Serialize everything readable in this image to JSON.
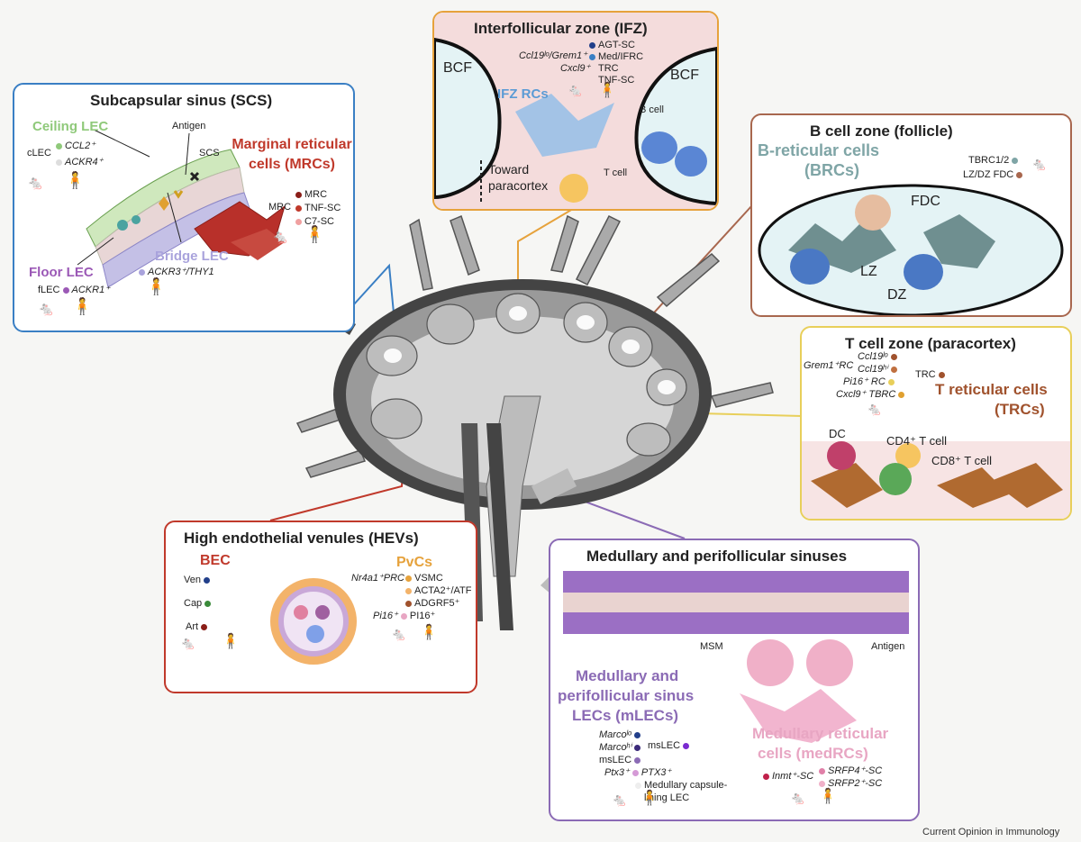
{
  "colors": {
    "scs": "#3a7fc4",
    "ifz": "#e6a23c",
    "bzone": "#a8674e",
    "tzone": "#e8cf5a",
    "hev": "#c0392b",
    "med": "#8b6bb5",
    "mrc": "#c0392b",
    "floor": "#9b59b6",
    "bridge": "#a9a3dc",
    "ceiling": "#8fc97a",
    "trc": "#a0522d",
    "brc": "#7fa5a6",
    "medrc": "#e8a6c3",
    "ifzrc": "#5b9bd5"
  },
  "scs": {
    "title": "Subcapsular sinus (SCS)",
    "ceiling_lec": "Ceiling LEC",
    "antigen": "Antigen",
    "scs": "SCS",
    "clec": "cLEC",
    "ccl2": "CCL2⁺",
    "ackr4": "ACKR4⁺",
    "mrc_title": "Marginal reticular cells (MRCs)",
    "mrc": "MRC",
    "mrc_list": [
      "MRC",
      "TNF-SC",
      "C7-SC"
    ],
    "bridge_lec": "Bridge LEC",
    "bridge_markers": "ACKR3⁺/THY1",
    "floor_lec": "Floor LEC",
    "flec": "fLEC",
    "ackr1": "ACKR1⁺"
  },
  "ifz": {
    "title": "Interfollicular zone (IFZ)",
    "bcf": "BCF",
    "markers1": "Ccl19ˡᵒ/Grem1⁺",
    "markers2": "Cxcl9⁺",
    "list": [
      "AGT-SC",
      "Med/IFRC",
      "TRC",
      "TNF-SC"
    ],
    "ifz_rcs": "IFZ RCs",
    "b_cell": "B cell",
    "toward": "Toward",
    "paracortex": "paracortex",
    "t_cell": "T cell"
  },
  "bzone": {
    "title": "B cell zone (follicle)",
    "brc": "B-reticular cells",
    "brc_abbr": "(BRCs)",
    "list": [
      "TBRC1/2",
      "LZ/DZ FDC"
    ],
    "fdc": "FDC",
    "lz": "LZ",
    "dz": "DZ"
  },
  "tzone": {
    "title": "T cell zone (paracortex)",
    "grem1": "Grem1⁺RC",
    "ccl19lo": "Ccl19ˡᵒ",
    "ccl19hi": "Ccl19ʰⁱ",
    "pi16": "Pi16⁺ RC",
    "cxcl9": "Cxcl9⁺ TBRC",
    "trc": "TRC",
    "trc_title": "T reticular cells",
    "trc_abbr": "(TRCs)",
    "dc": "DC",
    "cd4": "CD4⁺ T cell",
    "cd8": "CD8⁺ T cell"
  },
  "hev": {
    "title": "High endothelial venules (HEVs)",
    "bec": "BEC",
    "pvcs": "PvCs",
    "left_rows": [
      "Ven",
      "Cap",
      "Art"
    ],
    "nr4a1": "Nr4a1⁺PRC",
    "pvc_list": [
      "VSMC",
      "ACTA2⁺/ATF",
      "ADGRF5⁺"
    ],
    "pi16": "Pi16⁺",
    "pi16_prot": "PI16⁺"
  },
  "med": {
    "title": "Medullary and perifollicular sinuses",
    "msm": "MSM",
    "antigen": "Antigen",
    "mlec_title": [
      "Medullary and",
      "perifollicular sinus",
      "LECs (mLECs)"
    ],
    "marco_lo": "Marcoˡᵒ",
    "marco_hi": "Marcoʰⁱ",
    "mslec": "msLEC",
    "mslec2": "msLEC",
    "ptx3": "Ptx3⁺",
    "ptx3_prot": "PTX3⁺",
    "capsule": [
      "Medullary capsule-",
      "lining LEC"
    ],
    "medrc_title": [
      "Medullary reticular",
      "cells (medRCs)"
    ],
    "inmt": "Inmt⁺-SC",
    "srfp4": "SRFP4⁺-SC",
    "srfp2": "SRFP2⁺-SC"
  },
  "footer": "Current Opinion in Immunology"
}
